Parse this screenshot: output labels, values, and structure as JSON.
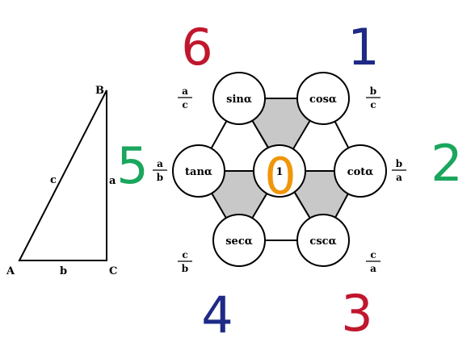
{
  "triangle": {
    "vertices": {
      "A": "A",
      "B": "B",
      "C": "C"
    },
    "sides": {
      "hypotenuse": "c",
      "vertical": "a",
      "horizontal": "b"
    }
  },
  "hexagon": {
    "center": "1",
    "nodes": {
      "sin": "sinα",
      "cos": "cosα",
      "cot": "cotα",
      "csc": "cscα",
      "sec": "secα",
      "tan": "tanα"
    }
  },
  "ratios": {
    "sin": {
      "num": "a",
      "den": "c"
    },
    "cos": {
      "num": "b",
      "den": "c"
    },
    "cot": {
      "num": "b",
      "den": "a"
    },
    "csc": {
      "num": "c",
      "den": "a"
    },
    "sec": {
      "num": "c",
      "den": "b"
    },
    "tan": {
      "num": "a",
      "den": "b"
    }
  },
  "numbers": {
    "zero": "0",
    "one": "1",
    "two": "2",
    "three": "3",
    "four": "4",
    "five": "5",
    "six": "6"
  },
  "colors": {
    "navy": "#1e2a86",
    "red": "#c0172d",
    "green": "#1aa65d",
    "orange": "#f0960a",
    "shade": "#c8c8c8",
    "line": "#000000"
  }
}
